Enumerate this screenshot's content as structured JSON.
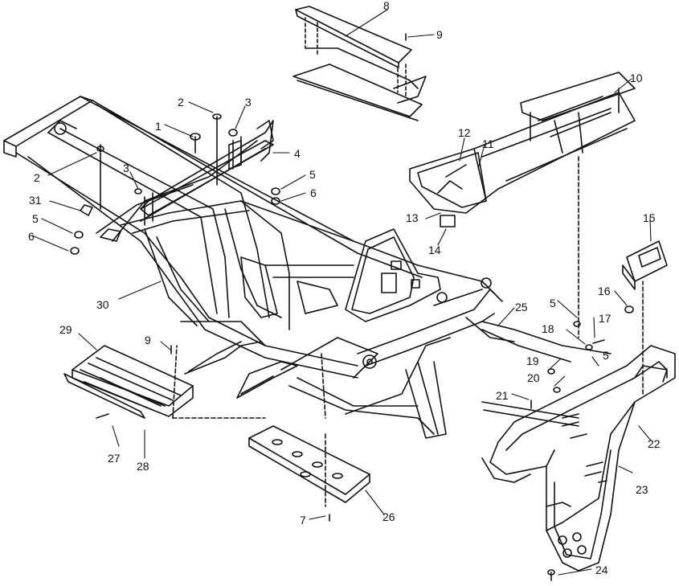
{
  "diagram": {
    "callouts": [
      {
        "id": "c1",
        "text": "1"
      },
      {
        "id": "c2a",
        "text": "2"
      },
      {
        "id": "c2b",
        "text": "2"
      },
      {
        "id": "c3a",
        "text": "3"
      },
      {
        "id": "c3b",
        "text": "3"
      },
      {
        "id": "c4",
        "text": "4"
      },
      {
        "id": "c5a",
        "text": "5"
      },
      {
        "id": "c5b",
        "text": "5"
      },
      {
        "id": "c5c",
        "text": "5"
      },
      {
        "id": "c5d",
        "text": "5"
      },
      {
        "id": "c6a",
        "text": "6"
      },
      {
        "id": "c6b",
        "text": "6"
      },
      {
        "id": "c7",
        "text": "7"
      },
      {
        "id": "c8",
        "text": "8"
      },
      {
        "id": "c9a",
        "text": "9"
      },
      {
        "id": "c9b",
        "text": "9"
      },
      {
        "id": "c10",
        "text": "10"
      },
      {
        "id": "c11",
        "text": "11"
      },
      {
        "id": "c12",
        "text": "12"
      },
      {
        "id": "c13",
        "text": "13"
      },
      {
        "id": "c14",
        "text": "14"
      },
      {
        "id": "c15",
        "text": "15"
      },
      {
        "id": "c16",
        "text": "16"
      },
      {
        "id": "c17",
        "text": "17"
      },
      {
        "id": "c18",
        "text": "18"
      },
      {
        "id": "c19",
        "text": "19"
      },
      {
        "id": "c20",
        "text": "20"
      },
      {
        "id": "c21",
        "text": "21"
      },
      {
        "id": "c22",
        "text": "22"
      },
      {
        "id": "c23",
        "text": "23"
      },
      {
        "id": "c24",
        "text": "24"
      },
      {
        "id": "c25",
        "text": "25"
      },
      {
        "id": "c26",
        "text": "26"
      },
      {
        "id": "c27",
        "text": "27"
      },
      {
        "id": "c28",
        "text": "28"
      },
      {
        "id": "c29",
        "text": "29"
      },
      {
        "id": "c30",
        "text": "30"
      },
      {
        "id": "c31",
        "text": "31"
      }
    ],
    "colors": {
      "ink": "#111111",
      "paper": "#ffffff"
    }
  }
}
